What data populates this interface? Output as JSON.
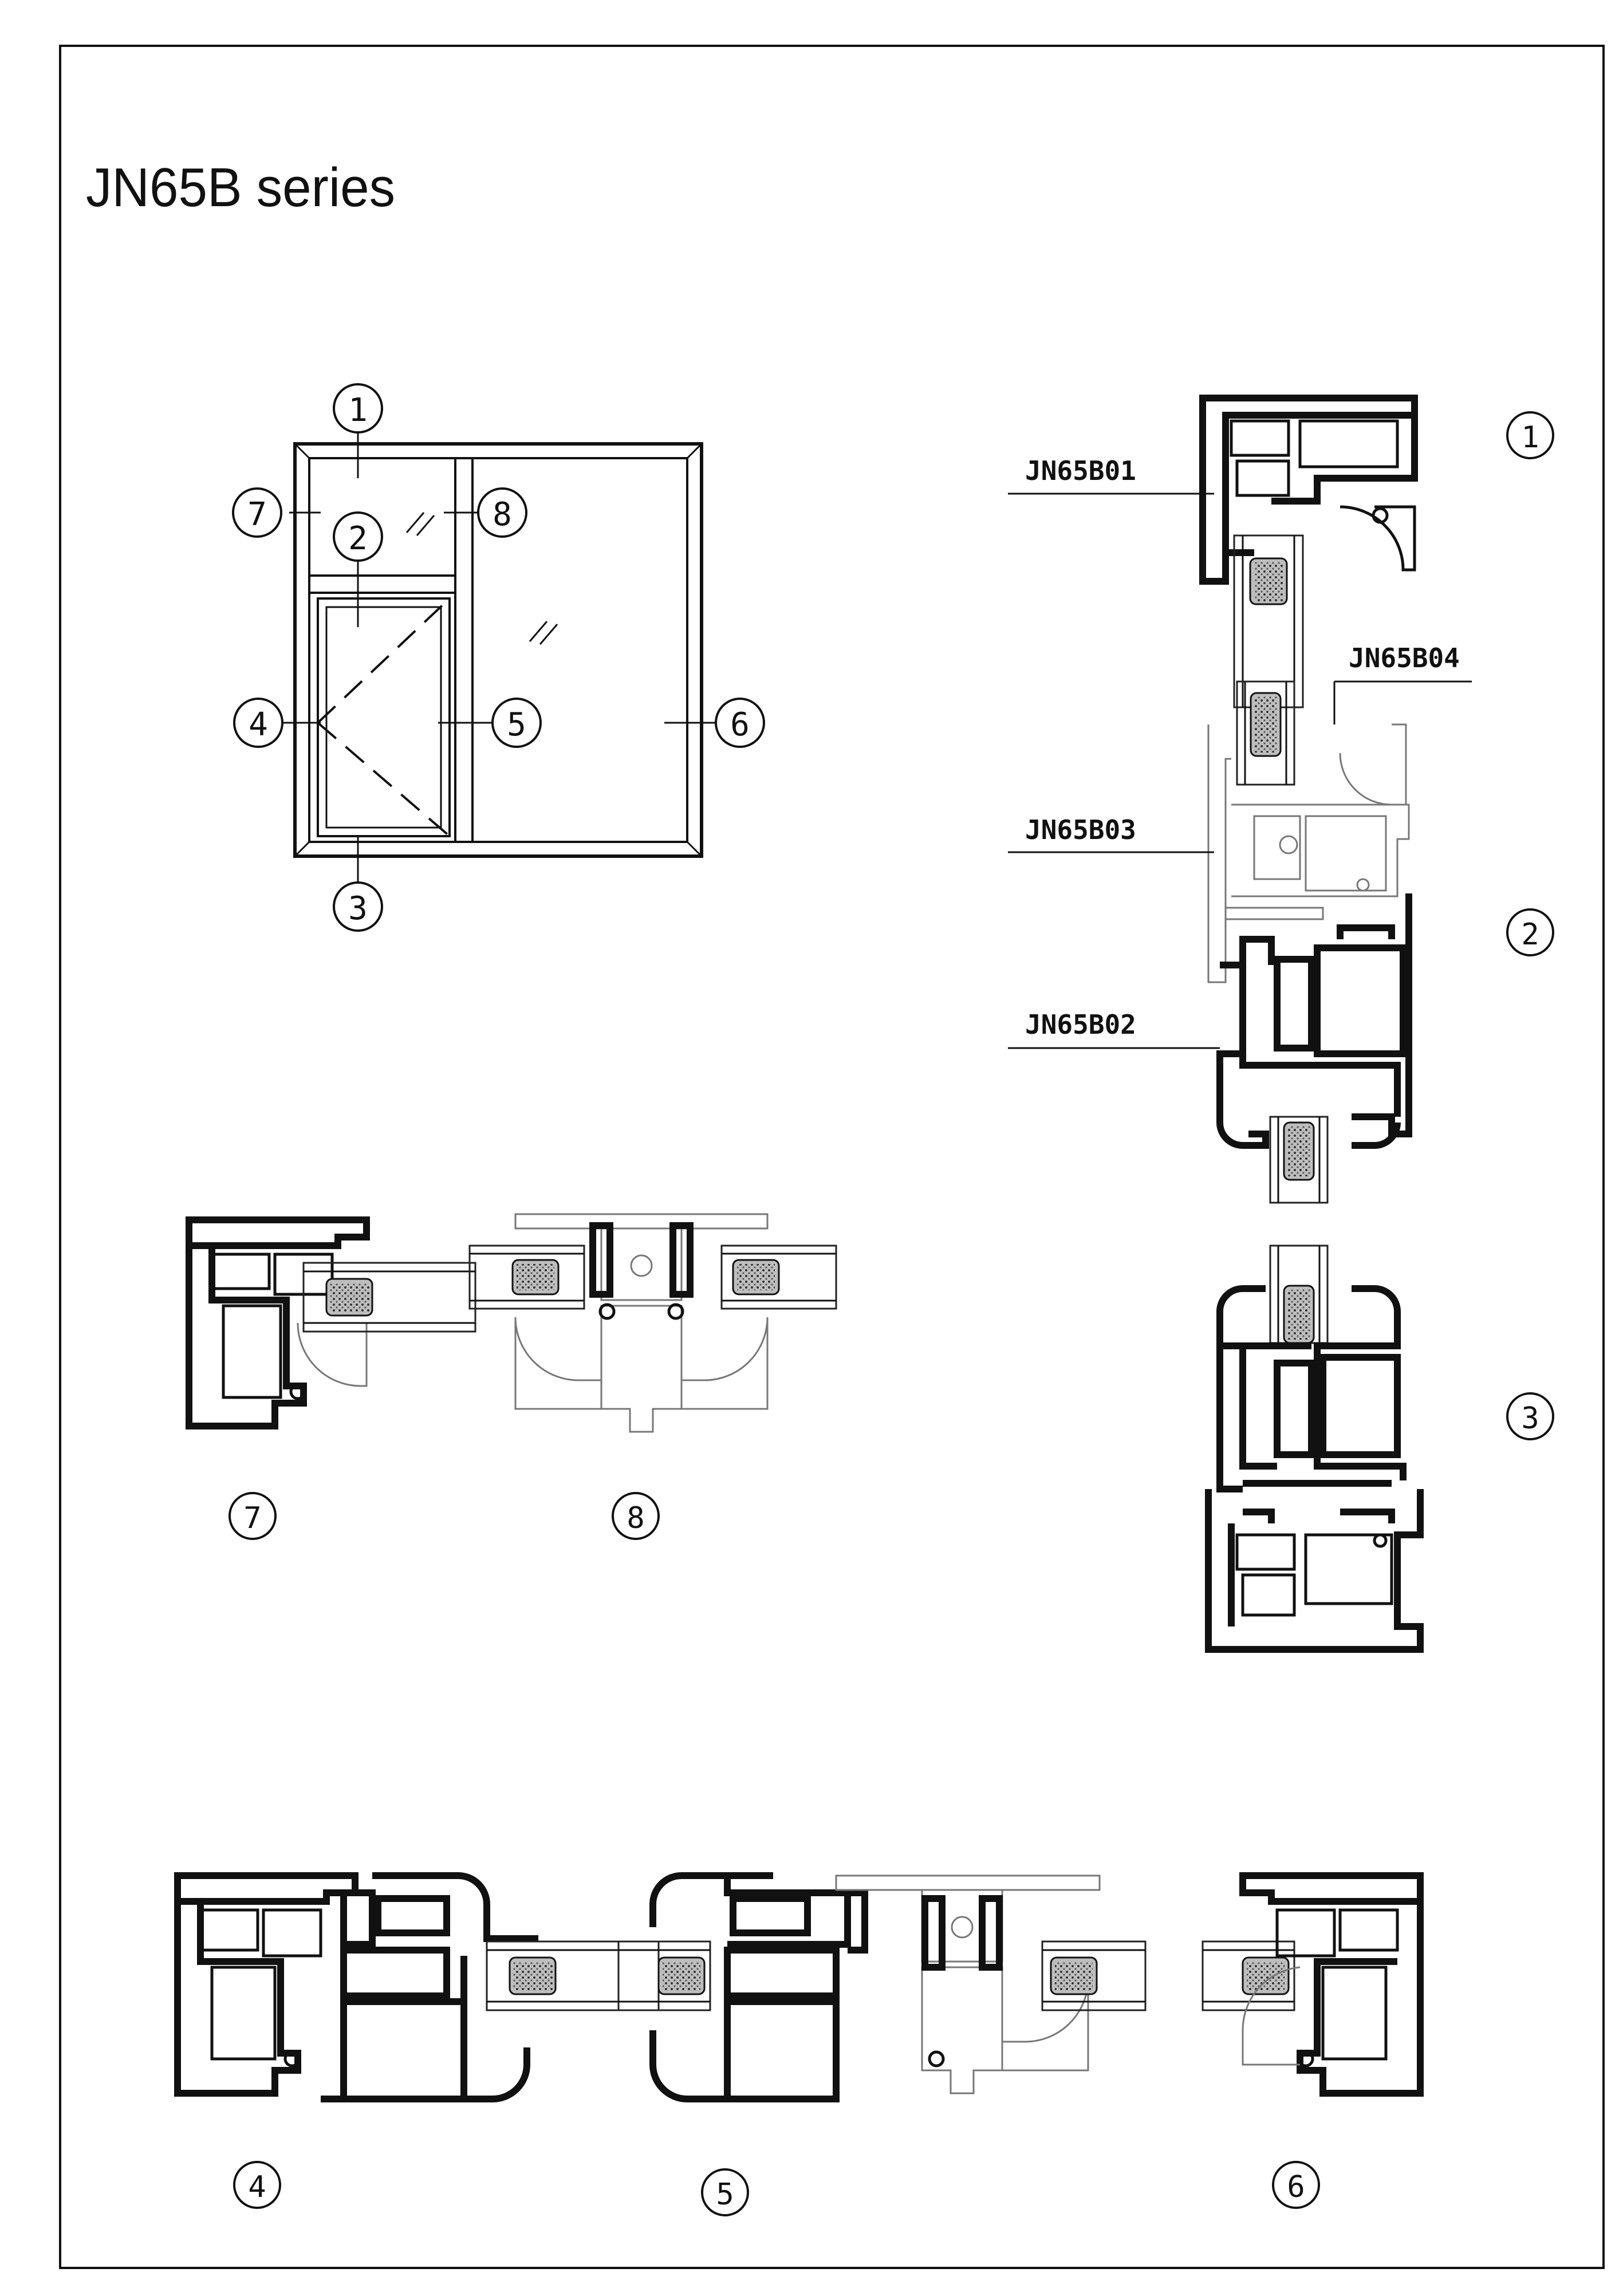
{
  "title": "JN65B series",
  "elevation": {
    "callouts": [
      "1",
      "2",
      "3",
      "4",
      "5",
      "6",
      "7",
      "8"
    ]
  },
  "part_labels": {
    "b01": "JN65B01",
    "b02": "JN65B02",
    "b03": "JN65B03",
    "b04": "JN65B04"
  },
  "section_numbers": {
    "s1": "1",
    "s2": "2",
    "s3": "3",
    "s4": "4",
    "s5": "5",
    "s6": "6",
    "s7": "7",
    "s8": "8"
  }
}
